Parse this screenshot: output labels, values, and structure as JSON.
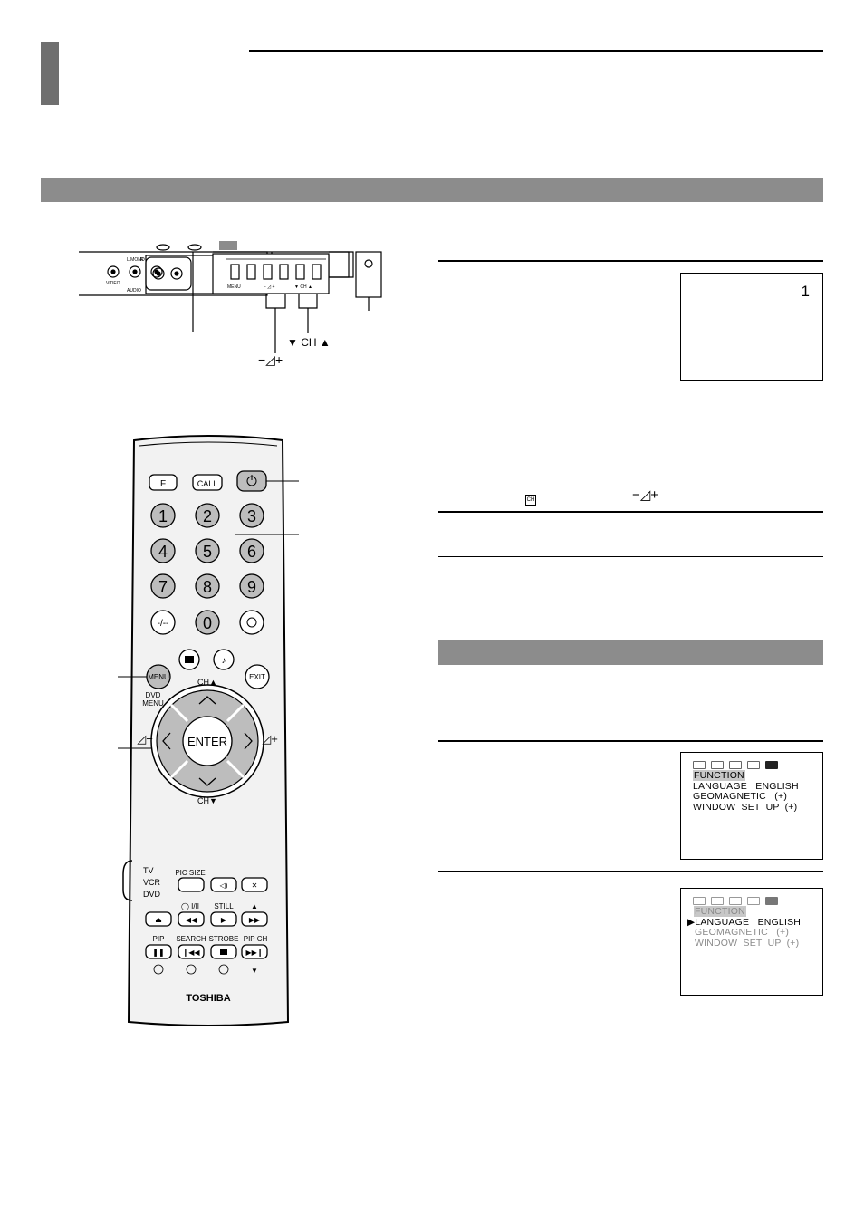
{
  "channel_screen": {
    "number": "1"
  },
  "keys_line": {
    "ch_icon": "CH",
    "vol_symbol": "−◿+"
  },
  "panel": {
    "jack_video": "VIDEO",
    "jack_lmono": "L/MONO",
    "jack_audio": "AUDIO",
    "jack_r": "R",
    "menu_label": "MENU",
    "vol_label": "− ◿ +",
    "ch_label": "▼ CH ▲",
    "callout_vol": "−◿+",
    "callout_ch": "▼ CH ▲"
  },
  "remote": {
    "f": "F",
    "call": "CALL",
    "num": [
      "1",
      "2",
      "3",
      "4",
      "5",
      "6",
      "7",
      "8",
      "9",
      "-/--",
      "0"
    ],
    "menu": "MENU",
    "dvd_menu_1": "DVD",
    "dvd_menu_2": "MENU",
    "exit": "EXIT",
    "ch_up": "CH▲",
    "ch_down": "CH▼",
    "enter": "ENTER",
    "tv": "TV",
    "vcr": "VCR",
    "dvd": "DVD",
    "pic_size": "PIC SIZE",
    "still": "STILL",
    "dual": "◯ I/II",
    "pip": "PIP",
    "search": "SEARCH",
    "strobe": "STROBE",
    "pip_ch": "PIP CH",
    "brand": "TOSHIBA"
  },
  "menu_screen_1": {
    "title": "FUNCTION",
    "lines": [
      "LANGUAGE   ENGLISH",
      "GEOMAGNETIC   (+)",
      "WINDOW  SET  UP  (+)"
    ]
  },
  "menu_screen_2": {
    "title": "FUNCTION",
    "selected": "▶LANGUAGE   ENGLISH",
    "lines": [
      "GEOMAGNETIC   (+)",
      "WINDOW  SET  UP  (+)"
    ]
  },
  "colors": {
    "band": "#8c8c8c",
    "tab": "#6f6f6f",
    "remote_body": "#f2f2f2",
    "key_grey": "#bdbdbd"
  }
}
